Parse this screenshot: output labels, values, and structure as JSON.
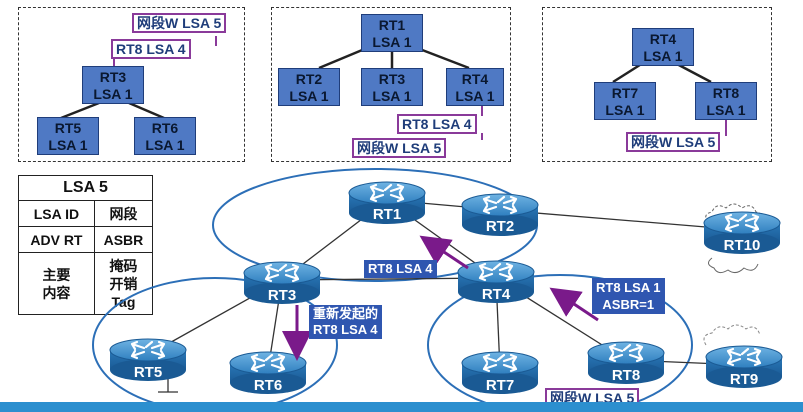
{
  "panel1": {
    "rt3": [
      "RT3",
      "LSA 1"
    ],
    "rt5": [
      "RT5",
      "LSA 1"
    ],
    "rt6": [
      "RT6",
      "LSA 1"
    ],
    "label_net": "网段W LSA 5",
    "label_rt8": "RT8 LSA 4"
  },
  "panel2": {
    "rt1": [
      "RT1",
      "LSA 1"
    ],
    "rt2": [
      "RT2",
      "LSA 1"
    ],
    "rt3": [
      "RT3",
      "LSA 1"
    ],
    "rt4": [
      "RT4",
      "LSA 1"
    ],
    "label_rt8": "RT8 LSA 4",
    "label_net": "网段W LSA 5"
  },
  "panel3": {
    "rt4": [
      "RT4",
      "LSA 1"
    ],
    "rt7": [
      "RT7",
      "LSA 1"
    ],
    "rt8": [
      "RT8",
      "LSA 1"
    ],
    "label_net": "网段W LSA 5"
  },
  "table": {
    "title": "LSA 5",
    "row1": [
      "LSA ID",
      "网段"
    ],
    "row2": [
      "ADV RT",
      "ASBR"
    ],
    "row3_left": [
      "主要",
      "内容"
    ],
    "row3_right": [
      "掩码",
      "开销",
      "Tag"
    ]
  },
  "routers": {
    "rt1": "RT1",
    "rt2": "RT2",
    "rt3": "RT3",
    "rt4": "RT4",
    "rt5": "RT5",
    "rt6": "RT6",
    "rt7": "RT7",
    "rt8": "RT8",
    "rt9": "RT9",
    "rt10": "RT10"
  },
  "net_labels": {
    "rt8_lsa4": "RT8 LSA 4",
    "regen": [
      "重新发起的",
      "RT8 LSA 4"
    ],
    "asbr": [
      "RT8 LSA 1",
      "ASBR=1"
    ],
    "net_w": "网段W LSA 5"
  },
  "colors": {
    "router_body": "#3f8fc8",
    "purple": "#7a1a8a",
    "label_bg": "#2f56b0"
  }
}
